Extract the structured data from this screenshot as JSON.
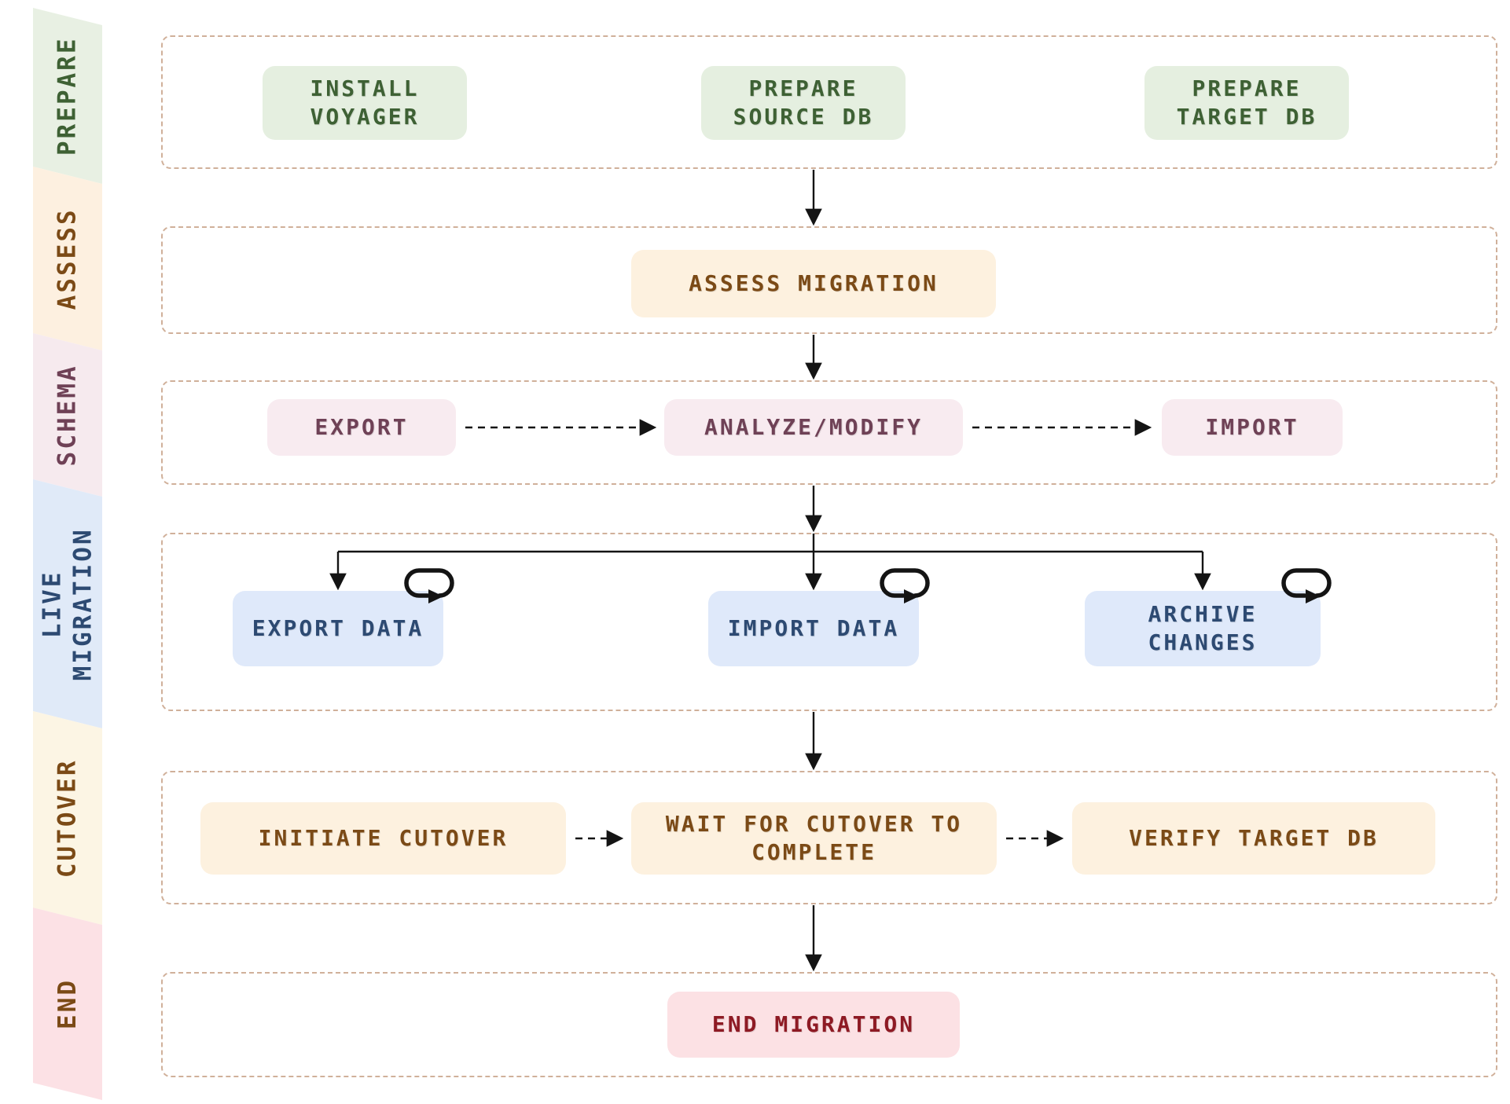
{
  "sidebar": {
    "bands": [
      {
        "id": "prepare",
        "label": "PREPARE",
        "bg": "#e8f0e3",
        "text_color": "#3e6134"
      },
      {
        "id": "assess",
        "label": "ASSESS",
        "bg": "#fdf0e0",
        "text_color": "#7b4a16"
      },
      {
        "id": "schema",
        "label": "SCHEMA",
        "bg": "#f6eaee",
        "text_color": "#6f4156"
      },
      {
        "id": "live_migration",
        "label": "LIVE\nMIGRATION",
        "bg": "#e0eaf8",
        "text_color": "#2d4a72"
      },
      {
        "id": "cutover",
        "label": "CUTOVER",
        "bg": "#fcf5e4",
        "text_color": "#7b4a16"
      },
      {
        "id": "end",
        "label": "END",
        "bg": "#fce1e5",
        "text_color": "#7b4a16"
      }
    ]
  },
  "nodes": {
    "install_voyager": {
      "label": "INSTALL\nVOYAGER",
      "stage": "prepare",
      "bg": "#e5efe0",
      "text_color": "#3e6134"
    },
    "prepare_source_db": {
      "label": "PREPARE\nSOURCE DB",
      "stage": "prepare",
      "bg": "#e5efe0",
      "text_color": "#3e6134"
    },
    "prepare_target_db": {
      "label": "PREPARE\nTARGET DB",
      "stage": "prepare",
      "bg": "#e5efe0",
      "text_color": "#3e6134"
    },
    "assess_migration": {
      "label": "ASSESS MIGRATION",
      "stage": "assess",
      "bg": "#fdf1df",
      "text_color": "#7b4a16"
    },
    "export_schema": {
      "label": "EXPORT",
      "stage": "schema",
      "bg": "#f8ebf0",
      "text_color": "#6f4156"
    },
    "analyze_modify": {
      "label": "ANALYZE/MODIFY",
      "stage": "schema",
      "bg": "#f8ebf0",
      "text_color": "#6f4156"
    },
    "import_schema": {
      "label": "IMPORT",
      "stage": "schema",
      "bg": "#f8ebf0",
      "text_color": "#6f4156"
    },
    "export_data": {
      "label": "EXPORT DATA",
      "stage": "live_migration",
      "loop_icon": true,
      "bg": "#dfe9fa",
      "text_color": "#2d4a72"
    },
    "import_data": {
      "label": "IMPORT DATA",
      "stage": "live_migration",
      "loop_icon": true,
      "bg": "#dfe9fa",
      "text_color": "#2d4a72"
    },
    "archive_changes": {
      "label": "ARCHIVE\nCHANGES",
      "stage": "live_migration",
      "loop_icon": true,
      "bg": "#dfe9fa",
      "text_color": "#2d4a72"
    },
    "initiate_cutover": {
      "label": "INITIATE CUTOVER",
      "stage": "cutover",
      "bg": "#fdf1df",
      "text_color": "#7b4a16"
    },
    "wait_for_cutover": {
      "label": "WAIT FOR CUTOVER TO\nCOMPLETE",
      "stage": "cutover",
      "bg": "#fdf1df",
      "text_color": "#7b4a16"
    },
    "verify_target_db": {
      "label": "VERIFY TARGET DB",
      "stage": "cutover",
      "bg": "#fdf1df",
      "text_color": "#7b4a16"
    },
    "end_migration": {
      "label": "END MIGRATION",
      "stage": "end",
      "bg": "#fce1e4",
      "text_color": "#8e1a24"
    }
  },
  "connections": {
    "between_stage_style": "solid",
    "within_stage_style": "dashed",
    "arrow_color": "#141414",
    "row_border_color": "#d0b09a",
    "flow": [
      "prepare -> assess",
      "assess -> schema",
      "export_schema -> analyze_modify (dashed)",
      "analyze_modify -> import_schema (dashed)",
      "schema -> live_migration (branches to export_data, import_data, archive_changes)",
      "live_migration -> cutover",
      "initiate_cutover -> wait_for_cutover (dashed)",
      "wait_for_cutover -> verify_target_db (dashed)",
      "cutover -> end_migration"
    ]
  },
  "icons": {
    "loop": "repeat-loop-arrow"
  }
}
